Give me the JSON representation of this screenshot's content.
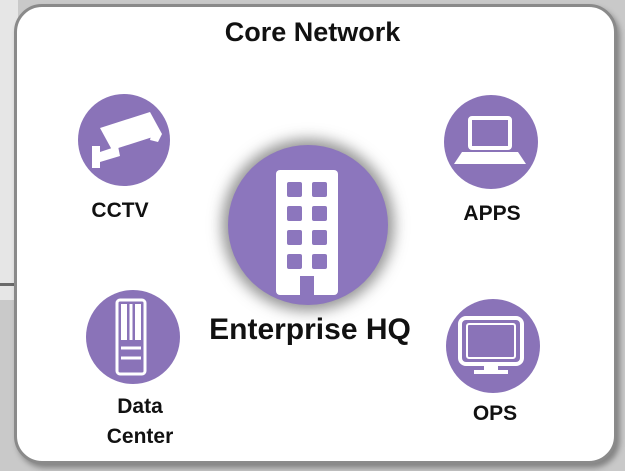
{
  "diagram": {
    "title": "Core Network",
    "hub": {
      "label": "Enterprise HQ",
      "icon": "building-icon"
    },
    "nodes": [
      {
        "id": "cctv",
        "label": "CCTV",
        "icon": "cctv-camera-icon"
      },
      {
        "id": "apps",
        "label": "APPS",
        "icon": "laptop-icon"
      },
      {
        "id": "data_center",
        "label_line1": "Data",
        "label_line2": "Center",
        "icon": "server-rack-icon"
      },
      {
        "id": "ops",
        "label": "OPS",
        "icon": "monitor-icon"
      }
    ],
    "colors": {
      "accent": "#8a73b8",
      "icon_fill": "#ffffff",
      "frame_border": "#8a8a8a"
    }
  }
}
